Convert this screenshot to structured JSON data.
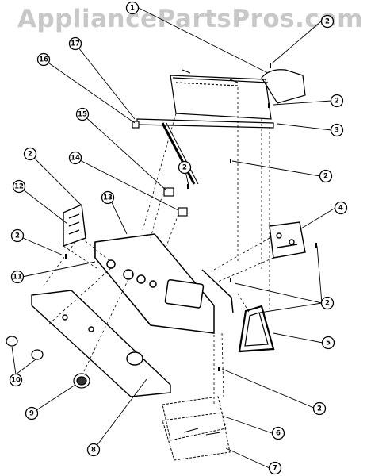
{
  "watermark": "AppliancePartsPros.com",
  "callouts": [
    {
      "id": "c1",
      "label": "1"
    },
    {
      "id": "c2a",
      "label": "2"
    },
    {
      "id": "c2b",
      "label": "2"
    },
    {
      "id": "c3",
      "label": "3"
    },
    {
      "id": "c2c",
      "label": "2"
    },
    {
      "id": "c4",
      "label": "4"
    },
    {
      "id": "c2d",
      "label": "2"
    },
    {
      "id": "c5",
      "label": "5"
    },
    {
      "id": "c2e",
      "label": "2"
    },
    {
      "id": "c6",
      "label": "6"
    },
    {
      "id": "c7",
      "label": "7"
    },
    {
      "id": "c8",
      "label": "8"
    },
    {
      "id": "c9",
      "label": "9"
    },
    {
      "id": "c10",
      "label": "10"
    },
    {
      "id": "c11",
      "label": "11"
    },
    {
      "id": "c2f",
      "label": "2"
    },
    {
      "id": "c12",
      "label": "12"
    },
    {
      "id": "c2g",
      "label": "2"
    },
    {
      "id": "c13",
      "label": "13"
    },
    {
      "id": "c14",
      "label": "14"
    },
    {
      "id": "c2h",
      "label": "2"
    },
    {
      "id": "c15",
      "label": "15"
    },
    {
      "id": "c16",
      "label": "16"
    },
    {
      "id": "c17",
      "label": "17"
    }
  ]
}
